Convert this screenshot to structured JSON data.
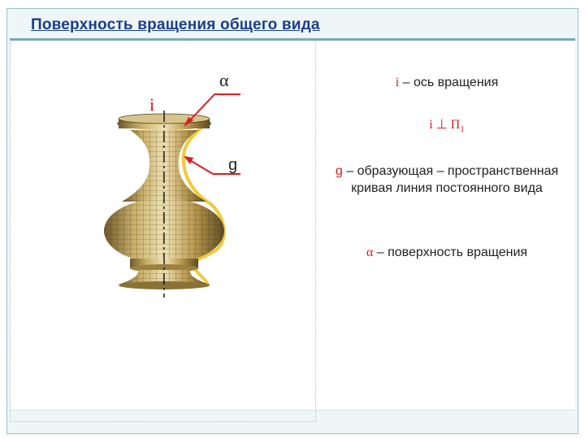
{
  "title": "Поверхность вращения общего вида",
  "figure": {
    "label_alpha": "α",
    "label_i": "i",
    "label_g": "g"
  },
  "definitions": {
    "axis": {
      "symbol": "i",
      "text": " – ось вращения"
    },
    "perp": {
      "symbol": "i",
      "op": " ⊥ ",
      "plane": "П",
      "sub": "1"
    },
    "generatrix": {
      "symbol": "g",
      "text": " – образующая – пространственная кривая линия постоянного вида"
    },
    "surface": {
      "symbol": "α",
      "text": " – поверхность вращения"
    }
  },
  "colors": {
    "accent_red": "#d62020",
    "title_blue": "#1a3d8f",
    "vase_gold": "#b89a4e",
    "outline_yellow": "#f2c93a"
  }
}
